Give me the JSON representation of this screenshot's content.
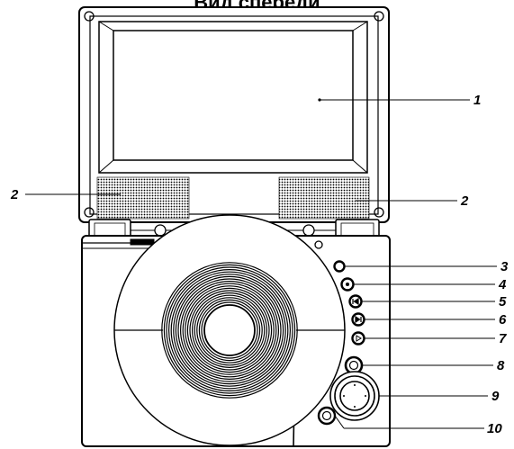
{
  "title": "Вид спереди",
  "labels": {
    "l1": "1",
    "l2_left": "2",
    "l2_right": "2",
    "l3": "3",
    "l4": "4",
    "l5": "5",
    "l6": "6",
    "l7": "7",
    "l8": "8",
    "l9": "9",
    "l10": "10"
  },
  "colors": {
    "line": "#000000",
    "background": "#ffffff"
  }
}
